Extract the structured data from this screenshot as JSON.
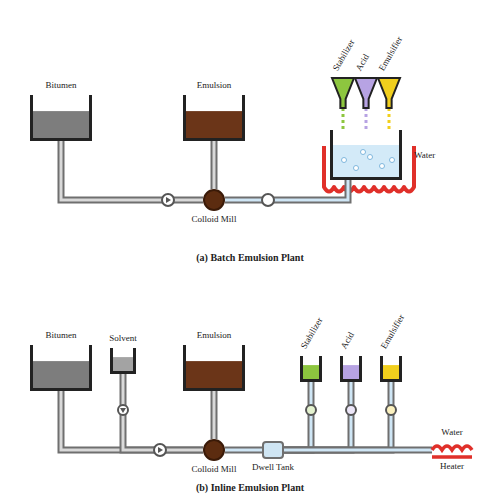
{
  "diagram": {
    "nodes": [
      {
        "text": [
          "Bitumen"
        ]
      },
      {
        "text": [
          "Emulsion"
        ]
      },
      {
        "text": [
          "Stabilizer"
        ]
      },
      {
        "text": [
          "Acid"
        ]
      },
      {
        "text": [
          "Emulsifier"
        ]
      },
      {
        "text": [
          "Water"
        ]
      },
      {
        "text": [
          "Colloid Mill"
        ]
      },
      {
        "text": [
          "Bitumen"
        ]
      },
      {
        "text": [
          "Solvent"
        ]
      },
      {
        "text": [
          "Emulsion"
        ]
      },
      {
        "text": [
          "Colloid Mill"
        ]
      },
      {
        "text": [
          "Dwell Tank"
        ]
      },
      {
        "text": [
          "Stabilizer"
        ]
      },
      {
        "text": [
          "Acid"
        ]
      },
      {
        "text": [
          "Emulsifier"
        ]
      },
      {
        "text": [
          "Water",
          "Heater"
        ]
      }
    ],
    "edges": [
      {
        "from": 0,
        "to": 6,
        "arrow": "none"
      },
      {
        "from": 5,
        "to": 6,
        "arrow": "none"
      },
      {
        "from": 6,
        "to": 1,
        "arrow": "none"
      },
      {
        "from": 2,
        "to": 5,
        "arrow": "none"
      },
      {
        "from": 3,
        "to": 5,
        "arrow": "none"
      },
      {
        "from": 4,
        "to": 5,
        "arrow": "none"
      },
      {
        "from": 7,
        "to": 10,
        "arrow": "none"
      },
      {
        "from": 8,
        "to": 10,
        "arrow": "none"
      },
      {
        "from": 10,
        "to": 9,
        "arrow": "none"
      },
      {
        "from": 11,
        "to": 10,
        "arrow": "none"
      },
      {
        "from": 12,
        "to": 11,
        "arrow": "none"
      },
      {
        "from": 13,
        "to": 11,
        "arrow": "none"
      },
      {
        "from": 14,
        "to": 11,
        "arrow": "none"
      },
      {
        "from": 15,
        "to": 11,
        "arrow": "none"
      }
    ],
    "labels": [
      "(a) Batch Emulsion Plant",
      "(b) Inline Emulsion Plant"
    ]
  }
}
